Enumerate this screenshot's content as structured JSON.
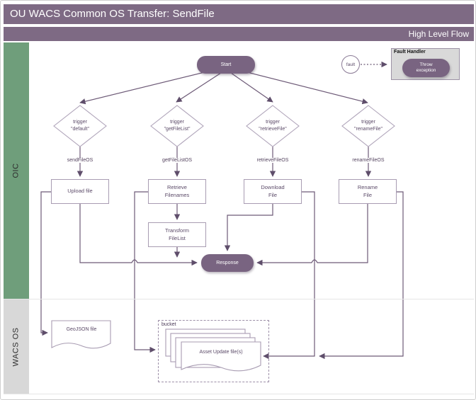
{
  "header": {
    "title": "OU WACS Common OS Transfer: SendFile",
    "subtitle": "High Level Flow"
  },
  "lanes": [
    {
      "label": "OIC"
    },
    {
      "label": "WACS OS"
    }
  ],
  "flow": {
    "start": "Start",
    "fault": "fault",
    "fault_handler": {
      "title": "Fault Handler",
      "action": "Throw\nexception"
    },
    "triggers": [
      "trigger\n\"default\"",
      "trigger\n\"getFileList\"",
      "trigger\n\"retrieveFile\"",
      "trigger\n\"renameFile\""
    ],
    "operations": [
      "sendFileOS",
      "getFileListOS",
      "retrieveFileOS",
      "renameFileOS"
    ],
    "processes": [
      "Upload file",
      "Retrieve\nFilenames",
      "Download\nFile",
      "Rename\nFile"
    ],
    "transform": "Transform\nFileList",
    "response": "Response",
    "wacs": {
      "geojson": "GeoJSON file",
      "bucket": "bucket",
      "asset": "Asset Update file(s)"
    }
  },
  "colors": {
    "header_purple": "#7e6a84",
    "node_purple": "#796481",
    "connector_purple": "#6d5a77",
    "shape_border": "#a89cb2",
    "lane_green": "#6f9e7b",
    "lane_gray": "#d8d8d8",
    "fault_box_gray": "#d9d9d9"
  }
}
